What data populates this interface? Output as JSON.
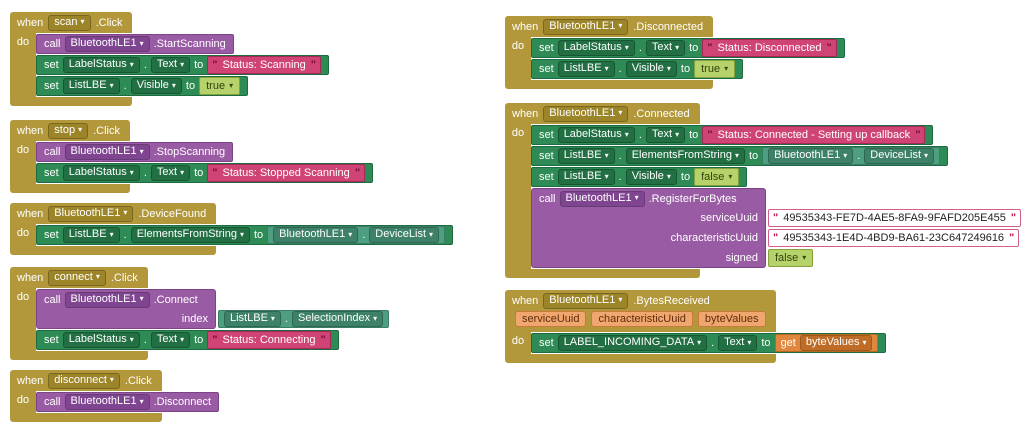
{
  "palette": {
    "event_gold": "#b2983b",
    "method_purple": "#9a5ba5",
    "setter_green": "#2e8b55",
    "getter_teal": "#4e9e82",
    "text_pink": "#cf4474",
    "logic_green": "#b5d36a",
    "variable_orange": "#e0873d"
  },
  "kw": {
    "when": "when",
    "do": "do",
    "call": "call",
    "set": "set",
    "to": "to",
    "get": "get",
    "dot": "."
  },
  "icons": {
    "dropdown_arrow": "▾",
    "quote": "\""
  },
  "L": [
    {
      "header": {
        "component": "scan",
        "event": ".Click"
      },
      "rows": [
        {
          "component": "BluetoothLE1",
          "method": ".StartScanning"
        },
        {
          "component": "LabelStatus",
          "prop": "Text",
          "value": " Status: Scanning "
        },
        {
          "component": "ListLBE",
          "prop": "Visible",
          "value": "true"
        }
      ]
    },
    {
      "header": {
        "component": "stop",
        "event": ".Click"
      },
      "rows": [
        {
          "component": "BluetoothLE1",
          "method": ".StopScanning"
        },
        {
          "component": "LabelStatus",
          "prop": "Text",
          "value": " Status: Stopped Scanning "
        }
      ]
    },
    {
      "header": {
        "component": "BluetoothLE1",
        "event": ".DeviceFound"
      },
      "rows": [
        {
          "component": "ListLBE",
          "prop": "ElementsFromString",
          "getter": {
            "component": "BluetoothLE1",
            "prop": "DeviceList"
          }
        }
      ]
    },
    {
      "header": {
        "component": "connect",
        "event": ".Click"
      },
      "rows": [
        {
          "component": "BluetoothLE1",
          "method": ".Connect",
          "args": [
            {
              "label": "index",
              "getter": {
                "component": "ListLBE",
                "prop": "SelectionIndex"
              }
            }
          ]
        },
        {
          "component": "LabelStatus",
          "prop": "Text",
          "value": " Status: Connecting "
        }
      ]
    },
    {
      "header": {
        "component": "disconnect",
        "event": ".Click"
      },
      "rows": [
        {
          "component": "BluetoothLE1",
          "method": ".Disconnect"
        }
      ]
    }
  ],
  "R": [
    {
      "header": {
        "component": "BluetoothLE1",
        "event": ".Disconnected"
      },
      "rows": [
        {
          "component": "LabelStatus",
          "prop": "Text",
          "value": " Status: Disconnected "
        },
        {
          "component": "ListLBE",
          "prop": "Visible",
          "value": "true"
        }
      ]
    },
    {
      "header": {
        "component": "BluetoothLE1",
        "event": ".Connected"
      },
      "rows": [
        {
          "component": "LabelStatus",
          "prop": "Text",
          "value": " Status: Connected - Setting up callback "
        },
        {
          "component": "ListLBE",
          "prop": "ElementsFromString",
          "getter": {
            "component": "BluetoothLE1",
            "prop": "DeviceList"
          }
        },
        {
          "component": "ListLBE",
          "prop": "Visible",
          "value": "false"
        },
        {
          "component": "BluetoothLE1",
          "method": ".RegisterForBytes",
          "args": [
            {
              "label": "serviceUuid",
              "value": " 49535343-FE7D-4AE5-8FA9-9FAFD205E455 "
            },
            {
              "label": "characteristicUuid",
              "value": " 49535343-1E4D-4BD9-BA61-23C647249616 "
            },
            {
              "label": "signed",
              "value": "false"
            }
          ]
        }
      ]
    },
    {
      "header": {
        "component": "BluetoothLE1",
        "event": ".BytesReceived"
      },
      "params": [
        "serviceUuid",
        "characteristicUuid",
        "byteValues"
      ],
      "rows": [
        {
          "component": "LABEL_INCOMING_DATA",
          "prop": "Text",
          "get": "byteValues"
        }
      ]
    }
  ]
}
